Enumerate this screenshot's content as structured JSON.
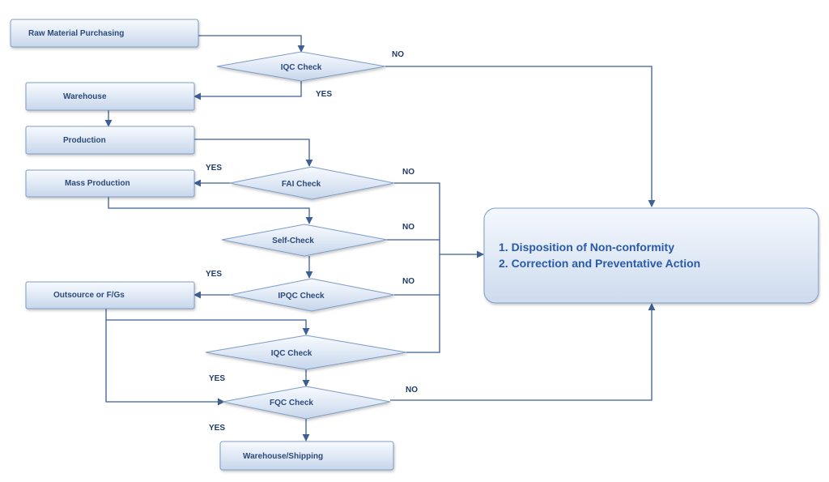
{
  "nodes": {
    "raw_material": "Raw Material Purchasing",
    "iqc_check_top": "IQC Check",
    "warehouse": "Warehouse",
    "production": "Production",
    "fai_check": "FAI Check",
    "mass_production": "Mass Production",
    "self_check": "Self-Check",
    "ipqc_check": "IPQC Check",
    "outsource": "Outsource or F/Gs",
    "iqc_check_bottom": "IQC Check",
    "fqc_check": "FQC Check",
    "warehouse_shipping": "Warehouse/Shipping",
    "disposition_line1": "1. Disposition of Non-conformity",
    "disposition_line2": "2. Correction and Preventative Action"
  },
  "edge_labels": {
    "iqc_top_no": "NO",
    "iqc_top_yes": "YES",
    "fai_yes": "YES",
    "fai_no": "NO",
    "self_no": "NO",
    "ipqc_yes": "YES",
    "ipqc_no": "NO",
    "iqc_bottom_yes": "YES",
    "fqc_no": "NO",
    "fqc_yes": "YES"
  },
  "colors": {
    "node_fill_top": "#f7fafe",
    "node_fill_bottom": "#c9d8ec",
    "node_stroke": "#7f9cc6",
    "connector": "#3d5f94",
    "text": "#2c4a7a",
    "highlight_text": "#2a5aa8"
  }
}
